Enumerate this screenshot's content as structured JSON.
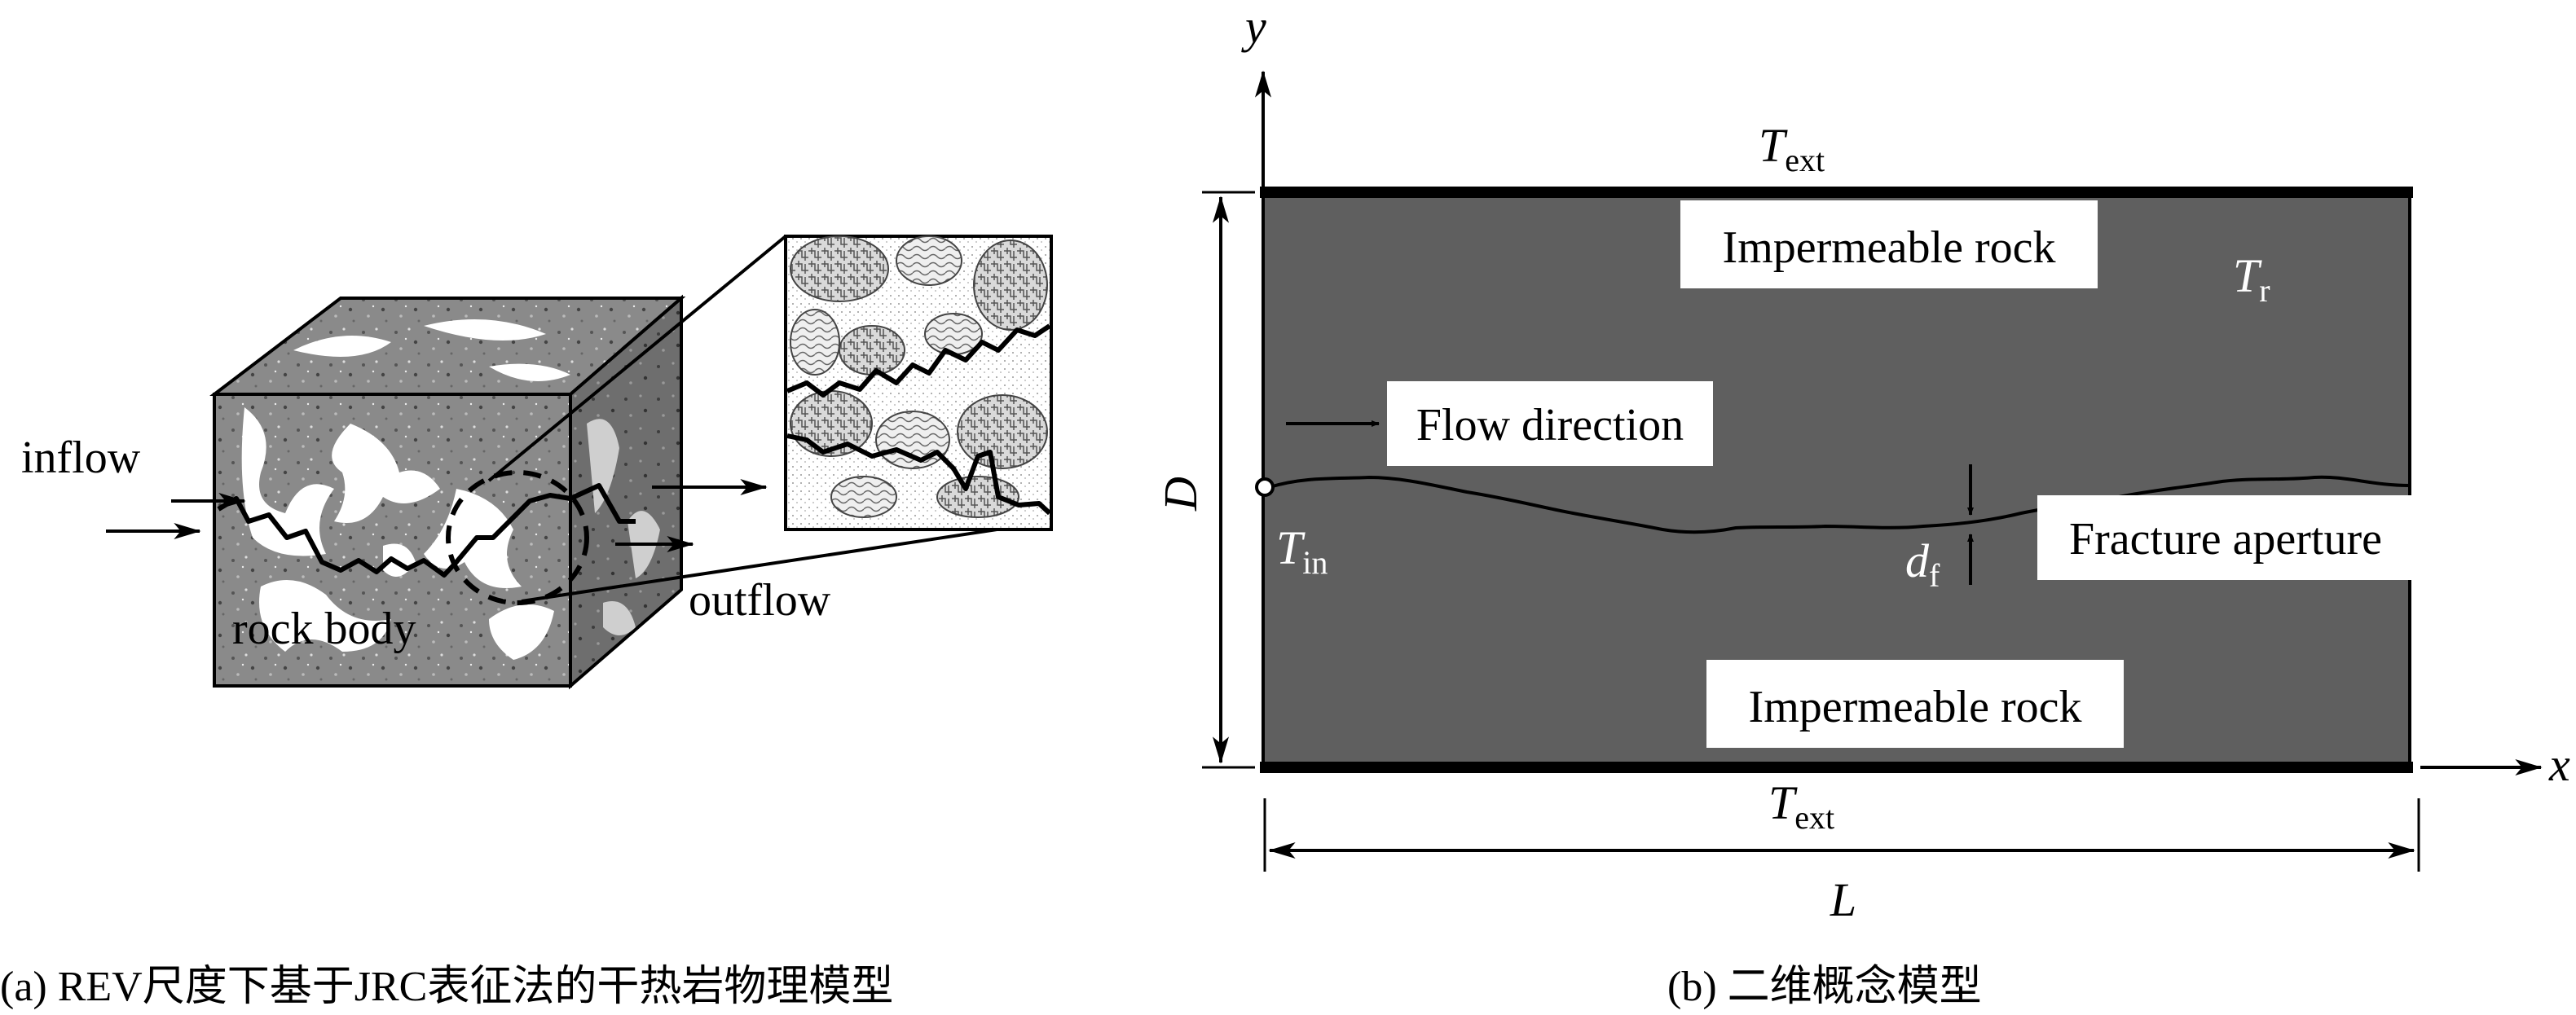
{
  "panel_a": {
    "label_inflow": "inflow",
    "label_outflow": "outflow",
    "label_rock_body": "rock body",
    "caption": "(a) REV尺度下基于JRC表征法的干热岩物理模型"
  },
  "panel_b": {
    "axis_y": "y",
    "axis_x": "x",
    "dim_height": "D",
    "dim_length": "L",
    "text_top_T": "T",
    "text_top_sub": "ext",
    "text_bottom_T": "T",
    "text_bottom_sub": "ext",
    "text_Tr": "T",
    "text_Tr_sub": "r",
    "text_Tin": "T",
    "text_Tin_sub": "in",
    "text_df": "d",
    "text_df_sub": "f",
    "label_impermeable_top": "Impermeable rock",
    "label_impermeable_bottom": "Impermeable rock",
    "label_flow_direction": "Flow direction",
    "label_fracture_aperture": "Fracture aperture",
    "caption": "(b) 二维概念模型"
  },
  "colors": {
    "rock_fill": "#5f5f5f",
    "frame": "#000000",
    "label_box": "#ffffff"
  }
}
